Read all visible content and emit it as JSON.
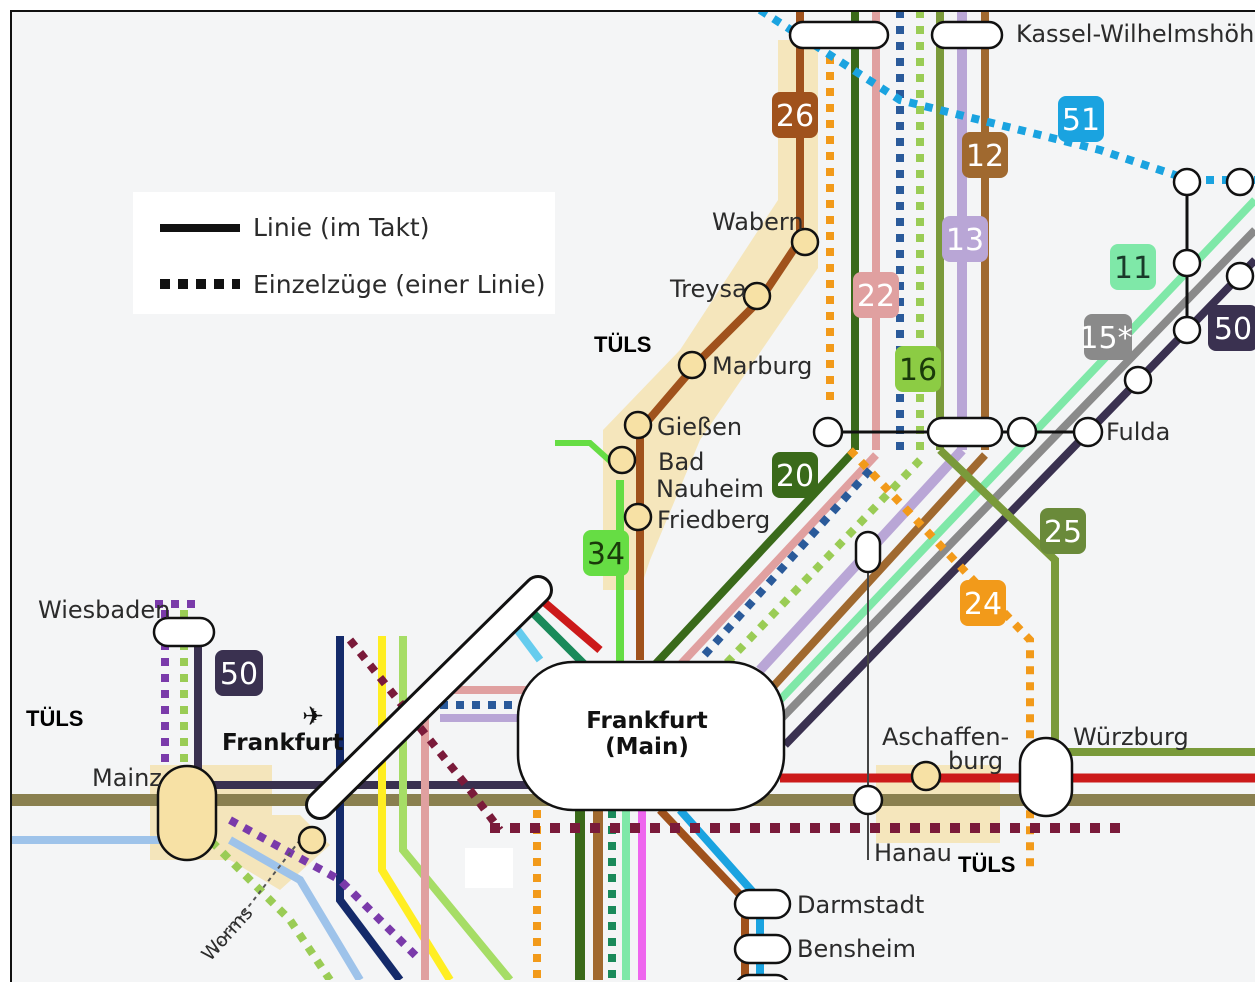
{
  "legend": {
    "solid_label": "Linie (im Takt)",
    "dotted_label": "Einzelzüge (einer Linie)"
  },
  "stations": {
    "kassel": "Kassel-Wilhelmshöhe",
    "wabern": "Wabern",
    "treysa": "Treysa",
    "marburg": "Marburg",
    "giessen": "Gießen",
    "bad_nauheim_1": "Bad",
    "bad_nauheim_2": "Nauheim",
    "friedberg": "Friedberg",
    "fulda": "Fulda",
    "wiesbaden": "Wiesbaden",
    "mainz": "Mainz",
    "frankfurt_airport": "Frankfurt",
    "frankfurt_main_1": "Frankfurt",
    "frankfurt_main_2": "(Main)",
    "aschaffenburg_1": "Aschaffen-",
    "aschaffenburg_2": "burg",
    "wuerzburg": "Würzburg",
    "hanau": "Hanau",
    "darmstadt": "Darmstadt",
    "bensheim": "Bensheim",
    "worms": "Worms"
  },
  "badges": {
    "b26": "26",
    "b12": "12",
    "b51": "51",
    "b13": "13",
    "b22": "22",
    "b11": "11",
    "b15": "15*",
    "b50a": "50",
    "b16": "16",
    "b20": "20",
    "b25": "25",
    "b34": "34",
    "b24": "24",
    "b50b": "50"
  },
  "annotations": {
    "tuls_1": "TÜLS",
    "tuls_2": "TÜLS",
    "tuls_3": "TÜLS"
  },
  "colors": {
    "line_26": "#a0521c",
    "line_12": "#a0692f",
    "line_51": "#1aa3e0",
    "line_13": "#b9a6d6",
    "line_22": "#e0a0a0",
    "line_11": "#7fe8a8",
    "line_15": "#8a8a8a",
    "line_50": "#3a3150",
    "line_16": "#7a9a3a",
    "line_20": "#3a6a1a",
    "line_25": "#6a8a3a",
    "line_34": "#66dd44",
    "line_24": "#f29a1a",
    "highlight": "#f5e0a8",
    "main_line": "#8a8050"
  }
}
